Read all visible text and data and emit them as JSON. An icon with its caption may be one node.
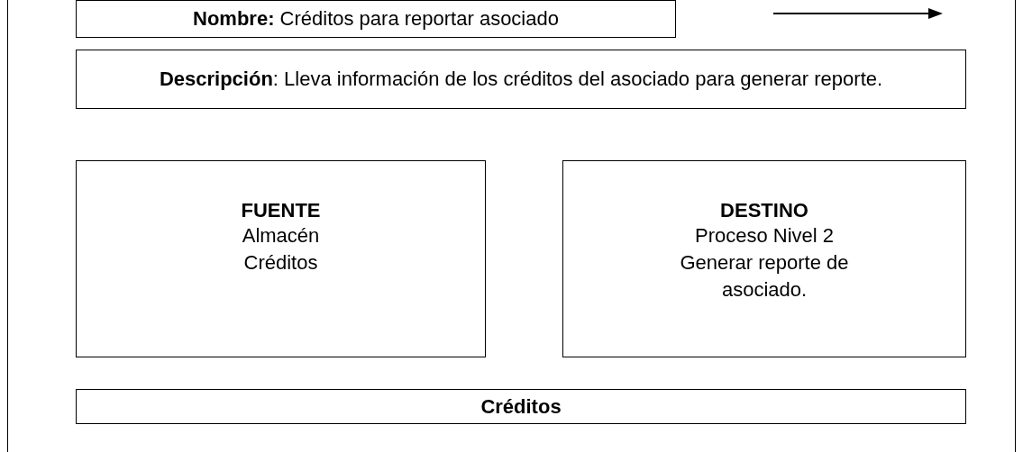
{
  "diagram": {
    "nodes": [
      {
        "text": [],
        "shape": "box"
      },
      {
        "text": [
          "**Nombre:** Créditos para reportar asociado"
        ],
        "in": 0
      },
      {
        "text": [
          "**Descripción**: Lleva información de los créditos del asociado para generar reporte."
        ],
        "in": 0
      },
      {
        "text": [
          "FUENTE",
          "Almacén Créditos"
        ],
        "in": 0
      },
      {
        "text": [
          "DESTINO",
          "Proceso Nivel 2 Generar reporte de asociado."
        ],
        "in": 0
      },
      {
        "text": [
          "Créditos"
        ],
        "in": 0
      }
    ]
  }
}
